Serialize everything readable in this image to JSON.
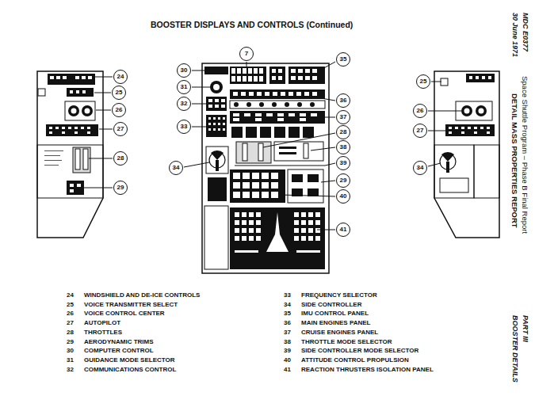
{
  "diagram": {
    "title": "BOOSTER DISPLAYS AND CONTROLS (Continued)",
    "nodes": [
      {
        "text": [
          "24"
        ]
      },
      {
        "text": [
          "25"
        ]
      },
      {
        "text": [
          "26"
        ]
      },
      {
        "text": [
          "27"
        ]
      },
      {
        "text": [
          "28"
        ]
      },
      {
        "text": [
          "29"
        ]
      },
      {
        "text": [
          "7"
        ]
      },
      {
        "text": [
          "30"
        ]
      },
      {
        "text": [
          "31"
        ]
      },
      {
        "text": [
          "32"
        ]
      },
      {
        "text": [
          "33"
        ]
      },
      {
        "text": [
          "34"
        ]
      },
      {
        "text": [
          "35"
        ]
      },
      {
        "text": [
          "36"
        ]
      },
      {
        "text": [
          "37"
        ]
      },
      {
        "text": [
          "28"
        ]
      },
      {
        "text": [
          "38"
        ]
      },
      {
        "text": [
          "39"
        ]
      },
      {
        "text": [
          "29"
        ]
      },
      {
        "text": [
          "40"
        ]
      },
      {
        "text": [
          "41"
        ]
      },
      {
        "text": [
          "25"
        ]
      },
      {
        "text": [
          "26"
        ]
      },
      {
        "text": [
          "27"
        ]
      },
      {
        "text": [
          "34"
        ]
      }
    ],
    "labels": [
      "MDC E0377",
      "30 June 1971",
      "Space Shuttle Program – Phase B Final Report",
      "DETAIL MASS PROPERTIES REPORT",
      "PART III",
      "BOOSTER DETAILS",
      "24",
      "WINDSHIELD AND DE-ICE CONTROLS",
      "25",
      "VOICE TRANSMITTER SELECT",
      "26",
      "VOICE CONTROL CENTER",
      "27",
      "AUTOPILOT",
      "28",
      "THROTTLES",
      "29",
      "AERODYNAMIC TRIMS",
      "30",
      "COMPUTER CONTROL",
      "31",
      "GUIDANCE MODE SELECTOR",
      "32",
      "COMMUNICATIONS CONTROL",
      "33",
      "FREQUENCY SELECTOR",
      "34",
      "SIDE CONTROLLER",
      "35",
      "IMU CONTROL PANEL",
      "36",
      "MAIN ENGINES PANEL",
      "37",
      "CRUISE ENGINES PANEL",
      "38",
      "THROTTLE MODE SELECTOR",
      "39",
      "SIDE CONTROLLER MODE SELECTOR",
      "40",
      "ATTITUDE CONTROL PROPULSION",
      "41",
      "REACTION THRUSTERS ISOLATION PANEL"
    ]
  }
}
